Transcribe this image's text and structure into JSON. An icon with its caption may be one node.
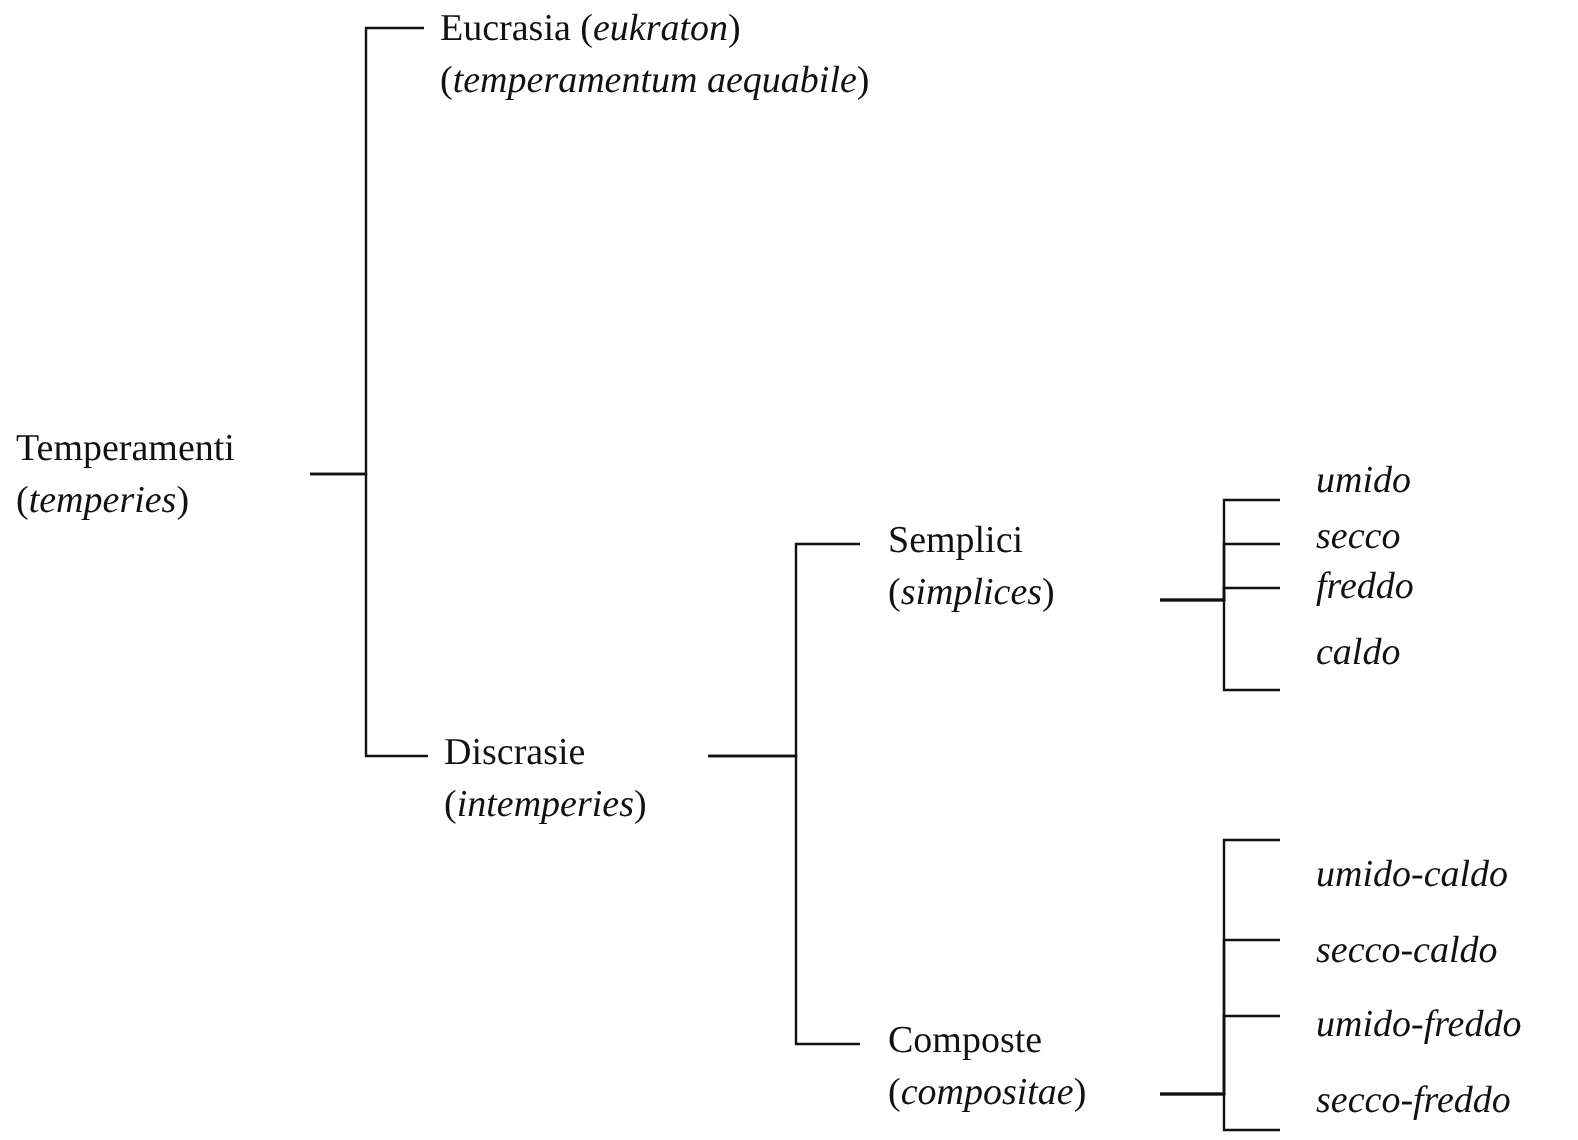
{
  "diagram": {
    "nodes": [
      {
        "text": [
          "Temperamenti (*temperies*)"
        ]
      },
      {
        "text": [
          "Eucrasia (*eukraton*)",
          "(*temperamentum aequabile*)"
        ]
      },
      {
        "text": [
          "Discrasie (*intemperies*)"
        ]
      },
      {
        "text": [
          "Semplici (*simplices*)"
        ]
      },
      {
        "text": [
          "Composte (*compositae*)"
        ]
      },
      {
        "text": [
          "umido"
        ]
      },
      {
        "text": [
          "secco"
        ]
      },
      {
        "text": [
          "freddo"
        ]
      },
      {
        "text": [
          "caldo"
        ]
      },
      {
        "text": [
          "umido-caldo"
        ]
      },
      {
        "text": [
          "secco-caldo"
        ]
      },
      {
        "text": [
          "umido-freddo"
        ]
      },
      {
        "text": [
          "secco-freddo"
        ]
      }
    ],
    "edges": [
      {
        "from": 0,
        "to": 1,
        "arrow": "none"
      },
      {
        "from": 0,
        "to": 2,
        "arrow": "none"
      },
      {
        "from": 2,
        "to": 3,
        "arrow": "none"
      },
      {
        "from": 2,
        "to": 4,
        "arrow": "none"
      },
      {
        "from": 3,
        "to": 5,
        "arrow": "none"
      },
      {
        "from": 3,
        "to": 6,
        "arrow": "none"
      },
      {
        "from": 3,
        "to": 7,
        "arrow": "none"
      },
      {
        "from": 3,
        "to": 8,
        "arrow": "none"
      },
      {
        "from": 4,
        "to": 9,
        "arrow": "none"
      },
      {
        "from": 4,
        "to": 10,
        "arrow": "none"
      },
      {
        "from": 4,
        "to": 11,
        "arrow": "none"
      },
      {
        "from": 4,
        "to": 12,
        "arrow": "none"
      }
    ]
  }
}
